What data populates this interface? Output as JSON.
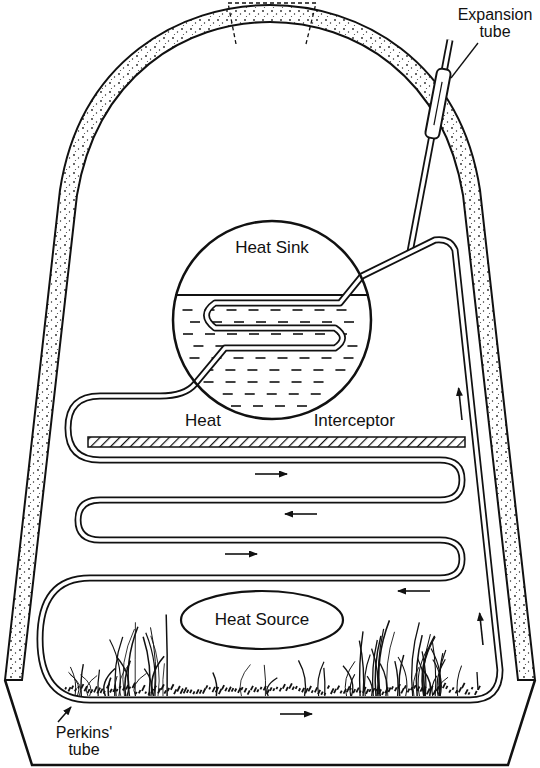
{
  "diagram": {
    "nodes": [
      {
        "text": [
          "Heat Sink"
        ]
      },
      {
        "text": [
          "Heat Interceptor"
        ]
      },
      {
        "text": [
          "Heat Source"
        ]
      }
    ],
    "labels": [
      "Expansion tube",
      "Perkins' tube"
    ]
  }
}
